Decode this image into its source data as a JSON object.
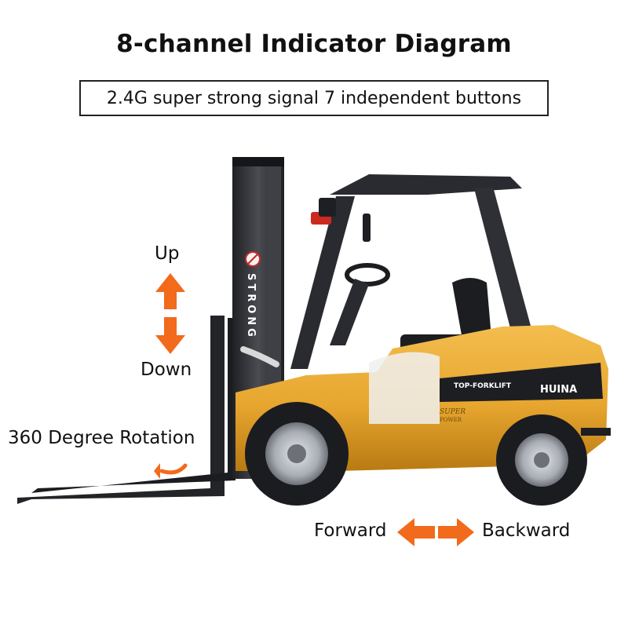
{
  "header": {
    "title": "8-channel Indicator Diagram",
    "subtitle": "2.4G super strong signal 7 independent buttons"
  },
  "labels": {
    "up": "Up",
    "down": "Down",
    "rotation": "360 Degree Rotation",
    "forward": "Forward",
    "backward": "Backward"
  },
  "forklift": {
    "mast_text": "STRONG",
    "decal_model": "TOP-FORKLIFT",
    "decal_brand": "HUINA",
    "decal_super": "SUPER",
    "decal_power": "POWER"
  },
  "colors": {
    "arrow": "#f26a1b",
    "body": "#e7a62f",
    "body_dark": "#b87a12",
    "metal": "#2d2f33"
  }
}
